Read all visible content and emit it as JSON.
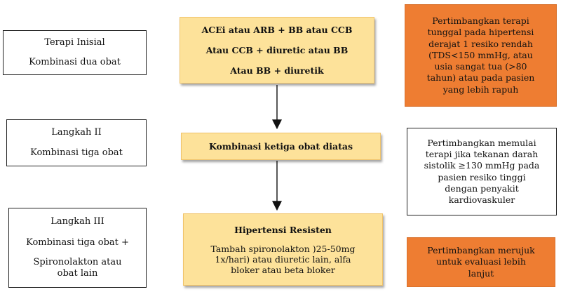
{
  "steps": [
    {
      "title": "Terapi Inisial",
      "desc": [
        "Kombinasi dua obat"
      ]
    },
    {
      "title": "Langkah II",
      "desc": [
        "Kombinasi tiga obat"
      ]
    },
    {
      "title": "Langkah III",
      "desc": [
        "Kombinasi tiga obat +",
        "Spironolakton atau",
        "obat lain"
      ]
    }
  ],
  "regimens": {
    "first": [
      "ACEi atau ARB + BB atau CCB",
      "Atau CCB + diuretic atau BB",
      "Atau BB + diuretik"
    ],
    "second": "Kombinasi ketiga obat diatas",
    "third_title": "Hipertensi Resisten",
    "third_body": [
      "Tambah spironolakton )25-50mg",
      "1x/hari) atau diuretic lain, alfa",
      "bloker atau beta bloker"
    ]
  },
  "notes": {
    "first": [
      "Pertimbangkan terapi",
      "tunggal pada hipertensi",
      "derajat 1 resiko rendah",
      "(TDS<150 mmHg, atau",
      "usia sangat tua (>80",
      "tahun) atau pada pasien",
      "yang lebih rapuh"
    ],
    "second": [
      "Pertimbangkan memulai",
      "terapi jika tekanan darah",
      "sistolik ≥130 mmHg pada",
      "pasien resiko tinggi",
      "dengan penyakit",
      "kardiovaskuler"
    ],
    "third": [
      "Pertimbangkan merujuk",
      "untuk evaluasi lebih",
      "lanjut"
    ]
  },
  "colors": {
    "regimen_fill": "#fde29a",
    "note_orange": "#ee7d32",
    "outline": "#222222"
  }
}
